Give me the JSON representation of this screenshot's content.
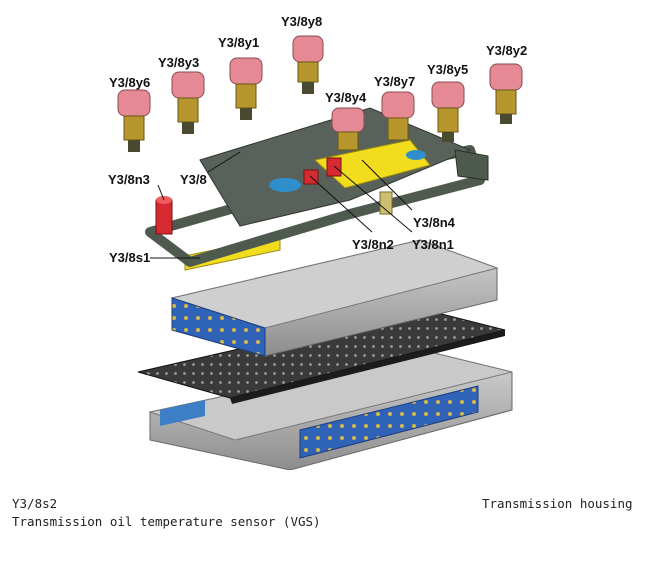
{
  "labels": {
    "y3_8y1": "Y3/8y1",
    "y3_8y2": "Y3/8y2",
    "y3_8y3": "Y3/8y3",
    "y3_8y4": "Y3/8y4",
    "y3_8y5": "Y3/8y5",
    "y3_8y6": "Y3/8y6",
    "y3_8y7": "Y3/8y7",
    "y3_8y8": "Y3/8y8",
    "y3_8": "Y3/8",
    "y3_8n1": "Y3/8n1",
    "y3_8n2": "Y3/8n2",
    "y3_8n3": "Y3/8n3",
    "y3_8n4": "Y3/8n4",
    "y3_8s1": "Y3/8s1"
  },
  "caption": {
    "code": "Y3/8s2",
    "description": "Transmission oil temperature sensor (VGS)",
    "right": "Transmission housing"
  },
  "colors": {
    "solenoid_cap": "#e58a94",
    "solenoid_body": "#b8962e",
    "frame": "#4f5a4f",
    "yellow": "#f2dc1e",
    "red": "#d42a30",
    "blue": "#2f8fcc",
    "plate_blue": "#2f63b8",
    "valve_body": "#b9b9b9",
    "gasket": "#2e2e2e"
  }
}
